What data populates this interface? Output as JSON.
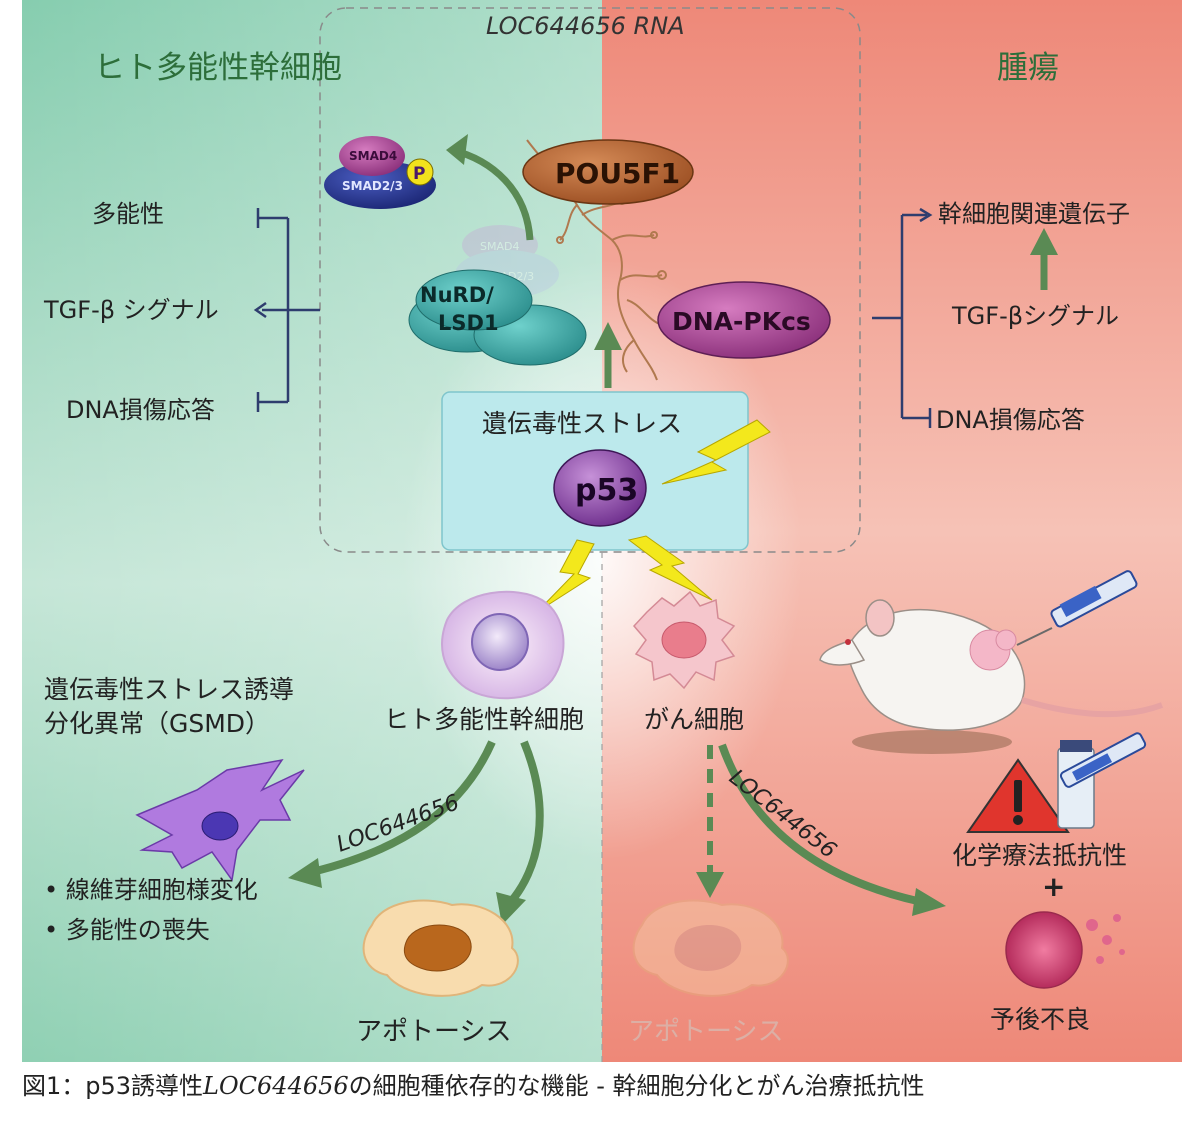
{
  "diagram": {
    "title_left": "ヒト多能性幹細胞",
    "title_right": "腫瘍",
    "rna_label": "LOC644656 RNA",
    "proteins": {
      "smad4": "SMAD4",
      "smad23": "SMAD2/3",
      "p": "P",
      "pou5f1": "POU5F1",
      "nurd_line1": "NuRD/",
      "nurd_line2": "LSD1",
      "dnapkcs": "DNA-PKcs",
      "ghost_smad4": "SMAD4",
      "ghost_smad23": "SMAD2/3"
    },
    "stress_box": {
      "label": "遺伝毒性ストレス",
      "p53": "p53"
    },
    "left_effects": [
      "多能性",
      "TGF-β シグナル",
      "DNA損傷応答"
    ],
    "right_effects": [
      "幹細胞関連遺伝子",
      "TGF-βシグナル",
      "DNA損傷応答"
    ],
    "cells": {
      "stem": "ヒト多能性幹細胞",
      "cancer": "がん細胞"
    },
    "gsmd": {
      "line1": "遺伝毒性ストレス誘導",
      "line2": "分化異常（GSMD）"
    },
    "gsmd_bullets": [
      "• 線維芽細胞様変化",
      "• 多能性の喪失"
    ],
    "arrow_labels": {
      "left": "LOC644656",
      "right": "LOC644656"
    },
    "apoptosis_left": "アポトーシス",
    "apoptosis_right": "アポトーシス",
    "tumor": {
      "chemo": "化学療法抵抗性",
      "plus": "+",
      "prognosis": "予後不良"
    },
    "colors": {
      "left_bg": "#8ccfb1",
      "right_bg": "#ee8a7a",
      "arrow_green": "#5a8a54",
      "bracket_navy": "#2e3d6e",
      "lightning": "#f3e81c"
    }
  },
  "caption": {
    "prefix": "図1：p53誘導性",
    "gene": "LOC644656",
    "suffix": "の細胞種依存的な機能 - 幹細胞分化とがん治療抵抗性"
  }
}
